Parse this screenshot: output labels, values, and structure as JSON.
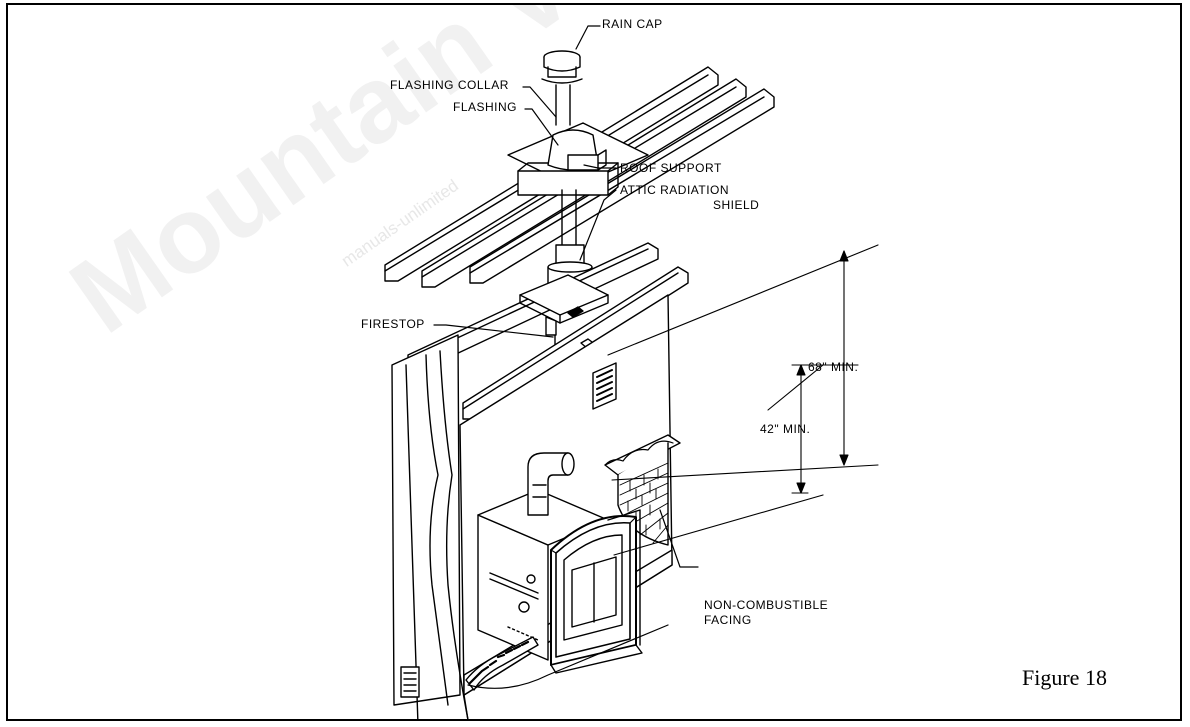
{
  "watermark": {
    "main": "Mountain View Hearth",
    "sub": "manuals-unlimited"
  },
  "labels": {
    "rain_cap": "RAIN CAP",
    "flashing_collar": "FLASHING COLLAR",
    "flashing": "FLASHING",
    "roof_support": "ROOF SUPPORT",
    "attic_shield_line1": "ATTIC RADIATION",
    "attic_shield_line2": "SHIELD",
    "firestop": "FIRESTOP",
    "dim_68": "68\" MIN.",
    "dim_42": "42\" MIN.",
    "facing_line1": "NON-COMBUSTIBLE",
    "facing_line2": "FACING"
  },
  "figure_caption": "Figure 18"
}
